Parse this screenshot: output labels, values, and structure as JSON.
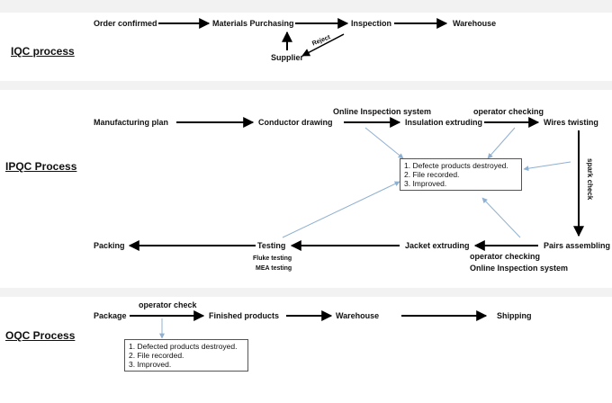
{
  "iqc": {
    "title": "IQC process",
    "nodes": {
      "order": "Order confirmed",
      "materials": "Materials Purchasing",
      "inspection": "Inspection",
      "warehouse": "Warehouse",
      "supplier": "Supplier"
    },
    "reject_label": "Reject"
  },
  "ipqc": {
    "title": "IPQC Process",
    "nodes": {
      "plan": "Manufacturing plan",
      "conductor": "Conductor drawing",
      "insulation": "Insulation extruding",
      "twisting": "Wires twisting",
      "pairs": "Pairs assembling",
      "jacket": "Jacket extruding",
      "testing": "Testing",
      "packing": "Packing"
    },
    "labels": {
      "online_top": "Online Inspection system",
      "operator_top": "operator checking",
      "spark": "spark check",
      "operator_bottom": "operator checking",
      "online_bottom": "Online Inspection system",
      "fluke": "Fluke testing",
      "mea": "MEA testing"
    },
    "note": [
      "1. Defecte products destroyed.",
      "2. File recorded.",
      "3. Improved."
    ]
  },
  "oqc": {
    "title": "OQC Process",
    "nodes": {
      "package": "Package",
      "finished": "Finished products",
      "warehouse": "Warehouse",
      "shipping": "Shipping"
    },
    "operator_label": "operator check",
    "note": [
      "1. Defected products destroyed.",
      "2. File recorded.",
      "3. Improved."
    ]
  },
  "colors": {
    "main_arrow": "#000000",
    "feedback_arrow": "#8fb0d0",
    "band": "#f2f2f2"
  }
}
